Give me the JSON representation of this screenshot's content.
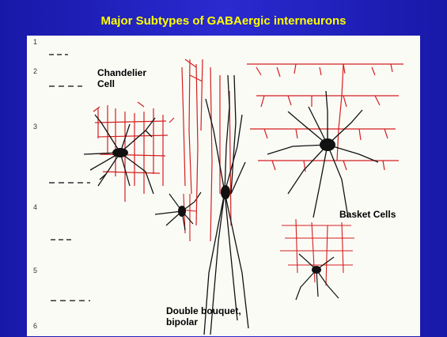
{
  "title": "Major Subtypes of GABAergic interneurons",
  "labels": {
    "chandelier": [
      "Chandelier",
      "Cell"
    ],
    "basket": "Basket Cells",
    "double_bouquet": [
      "Double bouquet,",
      "bipolar"
    ]
  },
  "layers": [
    "1",
    "2",
    "3",
    "4",
    "5",
    "6"
  ],
  "colors": {
    "background": "#1f1fbf",
    "title": "#ffff00",
    "panel": "#fbfbf6",
    "axon": "#d41f1f",
    "dendrite": "#111111"
  }
}
